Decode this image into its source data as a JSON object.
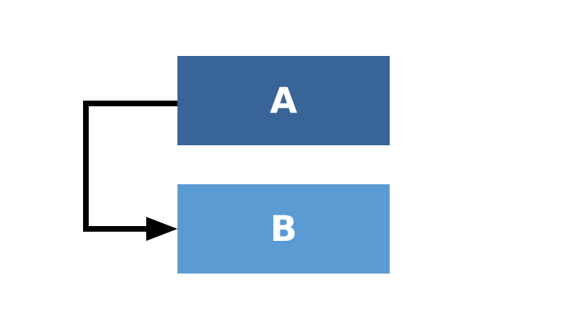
{
  "nodes": [
    {
      "id": "A",
      "label": "A",
      "color": "#386498"
    },
    {
      "id": "B",
      "label": "B",
      "color": "#5b9bd4"
    }
  ],
  "edges": [
    {
      "from": "A",
      "to": "B",
      "color": "#000000"
    }
  ]
}
